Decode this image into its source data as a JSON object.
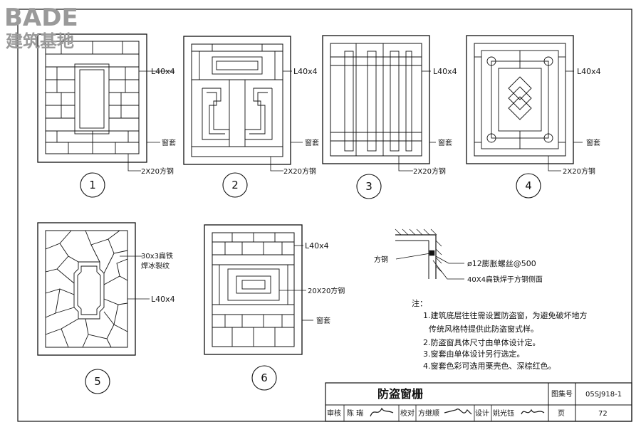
{
  "logo": {
    "brand": "BADE",
    "cn": "建筑基地"
  },
  "windows": [
    {
      "num": "1",
      "callouts": [
        "L40x4",
        "窗套",
        "2X20方钢"
      ]
    },
    {
      "num": "2",
      "callouts": [
        "L40x4",
        "窗套",
        "2X20方钢"
      ]
    },
    {
      "num": "3",
      "callouts": [
        "L40x4",
        "窗套",
        "2X20方钢"
      ]
    },
    {
      "num": "4",
      "callouts": [
        "L40x4",
        "窗套",
        "2X20方钢"
      ]
    },
    {
      "num": "5",
      "callouts": [
        "30x3扁铁",
        "焊冰裂纹",
        "L40x4"
      ]
    },
    {
      "num": "6",
      "callouts": [
        "L40x4",
        "20X20方钢",
        "窗套"
      ]
    }
  ],
  "detail": {
    "steel_label": "方钢",
    "bolt_label": "ø12膨胀螺丝@500",
    "flat_bar_label": "40X4扁铁焊于方钢侧面"
  },
  "notes": {
    "heading": "注：",
    "items": [
      "1.建筑底层往往需设置防盗窗，为避免破坏地方",
      "传统风格特提供此防盗窗式样。",
      "2.防盗窗具体尺寸由单体设计定。",
      "3.窗套由单体设计另行选定。",
      "4.窗套色彩可选用栗壳色、深棕红色。"
    ]
  },
  "title_block": {
    "title": "防盗窗栅",
    "atlas_label": "图集号",
    "atlas_no": "05SJ918-1",
    "review_label": "审核",
    "reviewer": "陈 瑞",
    "check_label": "校对",
    "checker": "方继顺",
    "design_label": "设计",
    "designer": "姚光钰",
    "page_label": "页",
    "page_no": "72"
  }
}
